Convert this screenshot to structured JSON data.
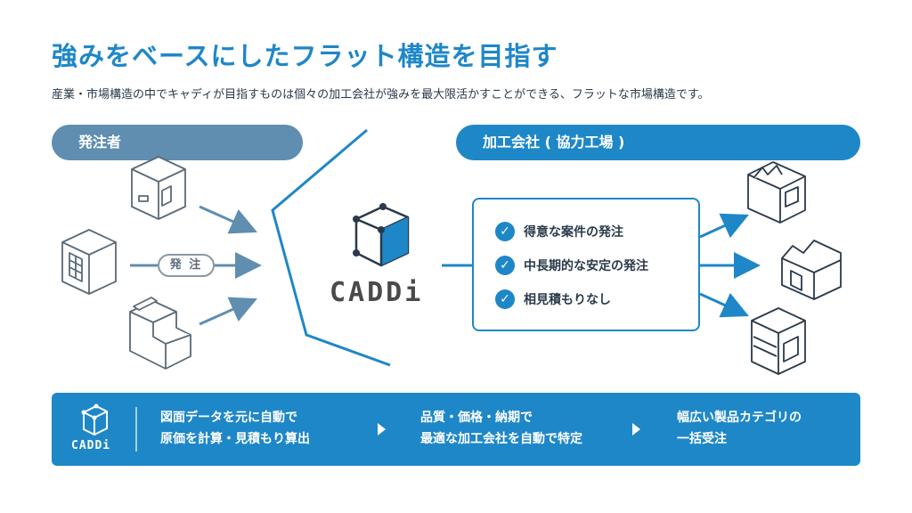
{
  "title": "強みをベースにしたフラット構造を目指す",
  "subtitle": "産業・市場構造の中でキャディが目指すものは個々の加工会社が強みを最大限活かすことができる、フラットな市場構造です。",
  "orderer_label": "発注者",
  "factory_label": "加工会社 ( 協力工場 )",
  "order_tag": "発 注",
  "logo_text": "CADDi",
  "benefits": [
    "得意な案件の発注",
    "中長期的な安定の発注",
    "相見積もりなし"
  ],
  "banner": {
    "logo_text": "CADDi",
    "steps": [
      {
        "line1": "図面データを元に自動で",
        "line2": "原価を計算・見積もり算出"
      },
      {
        "line1": "品質・価格・納期で",
        "line2": "最適な加工会社を自動で特定"
      },
      {
        "line1": "幅広い製品カテゴリの",
        "line2": "一括受注"
      }
    ]
  },
  "colors": {
    "accent": "#1e87c8",
    "orderer_pill": "#5f8eb0",
    "icon_stroke": "#5a6a78"
  }
}
